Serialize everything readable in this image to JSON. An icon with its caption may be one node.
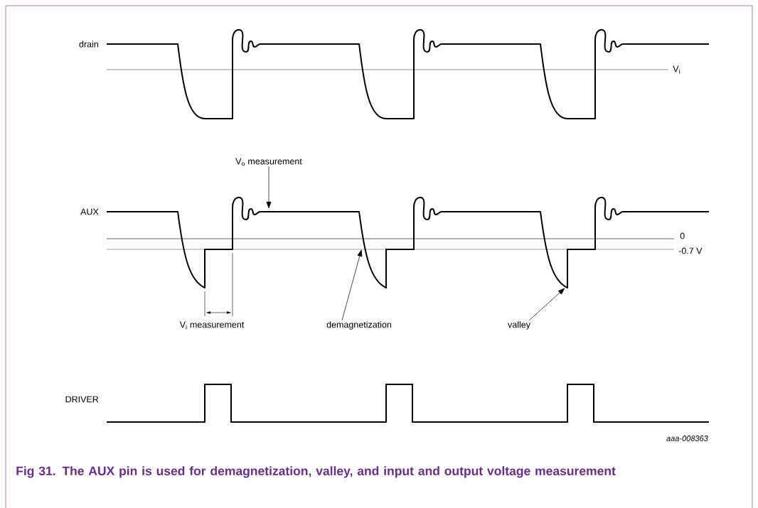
{
  "diagram": {
    "caption": "Fig 31. The AUX pin is used for demagnetization, valley, and input and output voltage measurement",
    "nodes": [
      {
        "text": [
          "V$_{o}$ measurement"
        ]
      },
      {
        "text": [
          "demagnetization"
        ]
      },
      {
        "text": [
          "valley"
        ]
      },
      {
        "text": [],
        "shape": "line"
      }
    ],
    "edges": [
      {
        "from": 0,
        "to": 3,
        "arrow": "to"
      },
      {
        "from": 1,
        "to": 3,
        "arrow": "to"
      },
      {
        "from": 2,
        "to": 3,
        "arrow": "to"
      }
    ],
    "labels": [
      "drain",
      "V$_{i}$",
      "AUX",
      "0",
      "-0.7 V",
      "V$_{i}$ measurement",
      "DRIVER",
      "aaa-008363"
    ]
  }
}
